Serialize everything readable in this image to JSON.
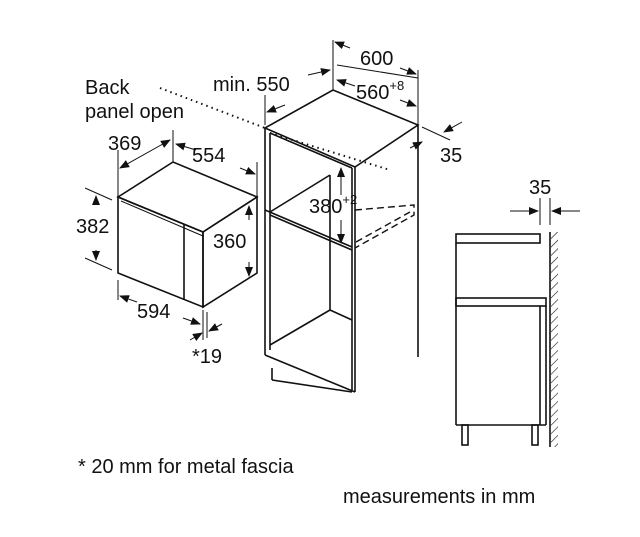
{
  "labels": {
    "back_panel_line1": "Back",
    "back_panel_line2": "panel open",
    "min_depth": "min. 550",
    "cabinet_width": "600",
    "niche_width": "560",
    "niche_width_tol": "+8",
    "gap_right": "35",
    "appliance_depth": "369",
    "appliance_width_top": "554",
    "appliance_height": "382",
    "body_height": "360",
    "niche_height": "380",
    "niche_height_tol": "+2",
    "appliance_width": "594",
    "fascia_depth": "*19",
    "side_gap": "35",
    "footnote": "* 20 mm for metal fascia",
    "units_note": "measurements in mm"
  }
}
